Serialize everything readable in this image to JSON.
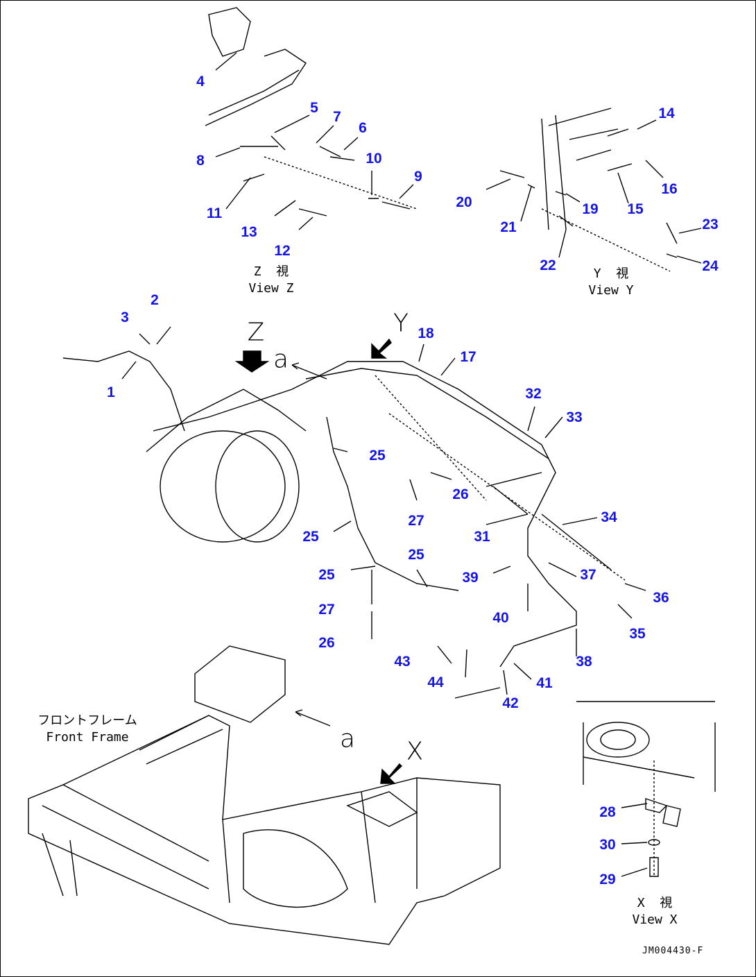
{
  "callouts": [
    "4",
    "5",
    "7",
    "6",
    "8",
    "10",
    "9",
    "11",
    "13",
    "12",
    "14",
    "16",
    "20",
    "21",
    "19",
    "15",
    "23",
    "22",
    "24",
    "2",
    "3",
    "1",
    "18",
    "17",
    "32",
    "33",
    "25",
    "26",
    "27",
    "25",
    "31",
    "34",
    "25",
    "25",
    "39",
    "37",
    "36",
    "27",
    "40",
    "35",
    "26",
    "43",
    "38",
    "44",
    "41",
    "42",
    "28",
    "30",
    "29"
  ],
  "views": {
    "z": {
      "jp": "Z  視",
      "en": "View Z"
    },
    "y": {
      "jp": "Y  視",
      "en": "View Y"
    },
    "x": {
      "jp": "X  視",
      "en": "View X"
    }
  },
  "arrow_letters": {
    "z": "Z",
    "y": "Y",
    "x": "X",
    "a1": "a",
    "a2": "a"
  },
  "front_frame": {
    "jp": "フロントフレーム",
    "en": "Front Frame"
  },
  "drawing_code": "JM004430-F"
}
